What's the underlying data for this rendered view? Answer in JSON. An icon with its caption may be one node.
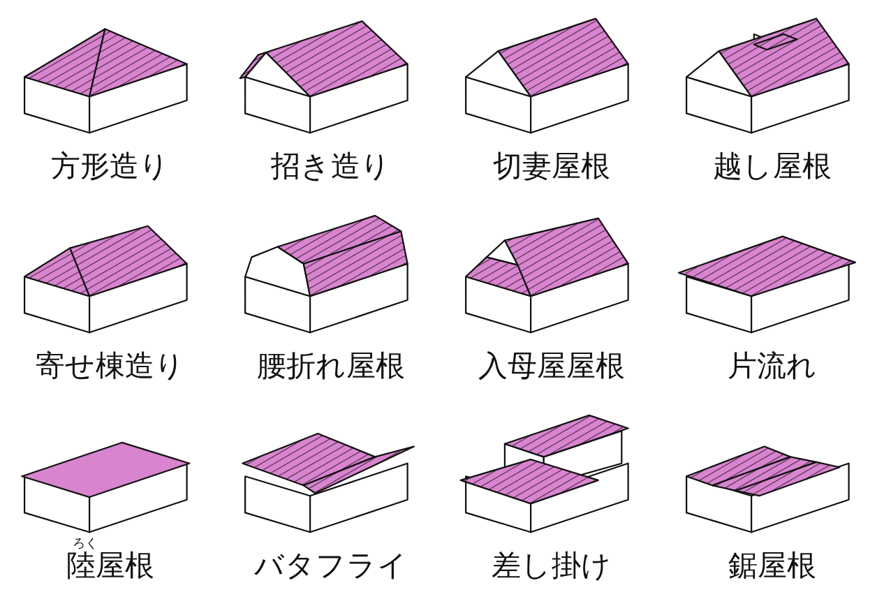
{
  "diagram": {
    "labels": [
      "方形造り",
      "招き造り",
      "切妻屋根",
      "越し屋根",
      "寄せ棟造り",
      "腰折れ屋根",
      "入母屋屋根",
      "片流れ",
      "ろく",
      "陸屋根",
      "バタフライ",
      "差し掛け",
      "鋸屋根"
    ]
  }
}
